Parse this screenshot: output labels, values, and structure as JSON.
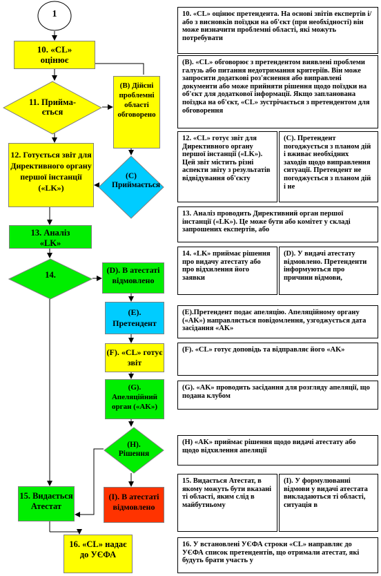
{
  "flow": {
    "start": "1",
    "n10": "10. «CL» оцінює",
    "n11": "11. Прийма-ється",
    "nB": "(В) Дійсні проблемні області обговорено",
    "n12": "12. Готується звіт для Директивного органу першої інстанції («LK»)",
    "nC": "(С) Приймається",
    "n13": "13. Аналіз «LK»",
    "n14": "14.",
    "nD": "(D). В атестаті відмовлено",
    "nE": "(Е). Претендент",
    "nF": "(F). «CL» готує звіт",
    "nG": "(G). Апеляційний орган («AK»)",
    "nH": "(Н). Рішення",
    "n15": "15. Видається Атестат",
    "nI": "(I). В атестаті відмовлено",
    "n16": "16. «CL» надає до УЄФА"
  },
  "notes": {
    "t10": "10. «CL» оцінює претендента. На основі звітів експертів і/або з висновків поїздки на об'єкт (при необхідності) він може визначити проблемні області, які можуть потребувати",
    "tB": "(В). «CL» обговорює з претендентом виявлені проблеми галузь або питання недотримання критеріїв. Він може запросити додаткові роз'яснення або виправлені документи або може прийняти рішення щодо поїздки на об'єкт для додаткової інформації. Якщо запланована поїздка на об'єкт, «CL» зустрічається з претендентом для обговорення",
    "t12": "12. «CL» готує звіт для Директивного органу першої інстанції («LK»). Цей звіт містить різні аспекти звіту з результатів відвідування об'єкту",
    "tC": "(С). Претендент погоджується з планом дій і вживає необхідних заходів щодо виправлення ситуації. Претендент не погоджується з планом дій і не",
    "t13": "13. Аналіз проводить Директивний орган першої інстанції («LK»). Це може бути або комітет у складі запрошених експертів, або",
    "t14": "14. «LK» приймає рішення про видачу атестату або про відхилення його заявки",
    "tD": "(D). У видачі атестату відмовлено. Претенденти інформуються про причини відмови,",
    "tE": "(Е).Претендент подає апеляцію. Апеляційному органу («AK») направляється повідомлення, узгоджується дата засідання «AK»",
    "tF": "(F). «CL» готує доповідь та відправляє його «AK»",
    "tG": "(G). «AK» проводить засідання для розгляду апеляції, що подана клубом",
    "tH": "(Н) «AK» приймає рішення щодо видачі атестату або щодо відхилення апеляції",
    "t15": "15. Видається Атестат, в якому можуть бути вказані ті області, яким слід в майбутньому",
    "tI": "(I). У формулюванні відмови у видачі атестата викладаються ті області, ситуація в",
    "t16": "16. У встановлені УЄФА строки «CL» направляє до УЄФА список претендентів, що отримали атестат, які будуть брати участь у"
  }
}
